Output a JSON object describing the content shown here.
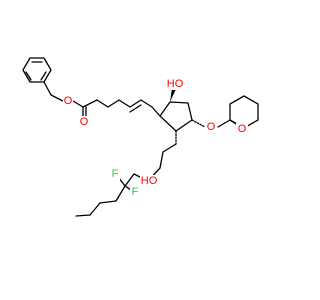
{
  "molecule": {
    "atom_labels": {
      "ester_o_single": "O",
      "ester_o_double": "O",
      "ring_oh": "HO",
      "thp_ether_o": "O",
      "thp_ring_o": "O",
      "side_oh": "HO",
      "fluorine_1": "F",
      "fluorine_2": "F"
    },
    "colors": {
      "oxygen": "#ff0000",
      "fluorine": "#33cc33",
      "bond": "#000000"
    }
  }
}
